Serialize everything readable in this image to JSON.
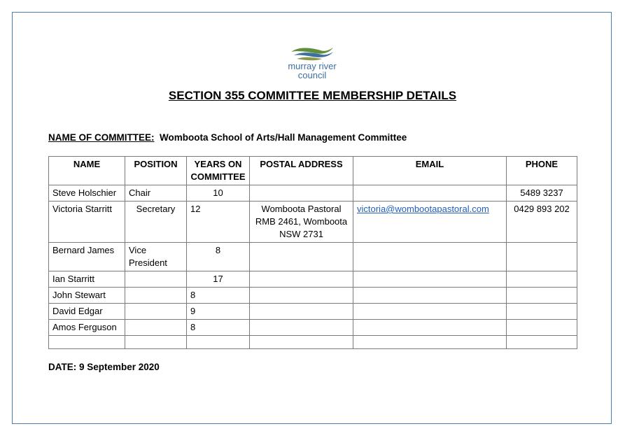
{
  "logo": {
    "line1": "murray river",
    "line2": "council"
  },
  "heading": "SECTION 355 COMMITTEE MEMBERSHIP DETAILS",
  "committee": {
    "label": "NAME OF COMMITTEE:",
    "name": "Womboota School of Arts/Hall Management Committee"
  },
  "table": {
    "headers": {
      "name": "NAME",
      "position": "POSITION",
      "years": "YEARS ON COMMITTEE",
      "address": "POSTAL ADDRESS",
      "email": "EMAIL",
      "phone": "PHONE"
    },
    "rows": [
      {
        "name": "Steve Holschier",
        "position": "Chair",
        "years": "10",
        "address": "",
        "email": "",
        "phone": "5489 3237"
      },
      {
        "name": "Victoria Starritt",
        "position": "Secretary",
        "years": "12",
        "address": "Womboota Pastoral RMB 2461, Womboota NSW 2731",
        "email": "victoria@wombootapastoral.com",
        "phone": "0429 893 202"
      },
      {
        "name": "Bernard James",
        "position": "Vice President",
        "years": "8",
        "address": "",
        "email": "",
        "phone": ""
      },
      {
        "name": "Ian Starritt",
        "position": "",
        "years": "17",
        "address": "",
        "email": "",
        "phone": ""
      },
      {
        "name": "John Stewart",
        "position": "",
        "years": "8",
        "address": "",
        "email": "",
        "phone": ""
      },
      {
        "name": "David Edgar",
        "position": "",
        "years": "9",
        "address": "",
        "email": "",
        "phone": ""
      },
      {
        "name": "Amos Ferguson",
        "position": "",
        "years": "8",
        "address": "",
        "email": "",
        "phone": ""
      }
    ]
  },
  "date": "DATE: 9 September 2020",
  "colors": {
    "frame": "#4a7fb6",
    "logo_text": "#3f6f9f",
    "link": "#1f5fbf"
  }
}
